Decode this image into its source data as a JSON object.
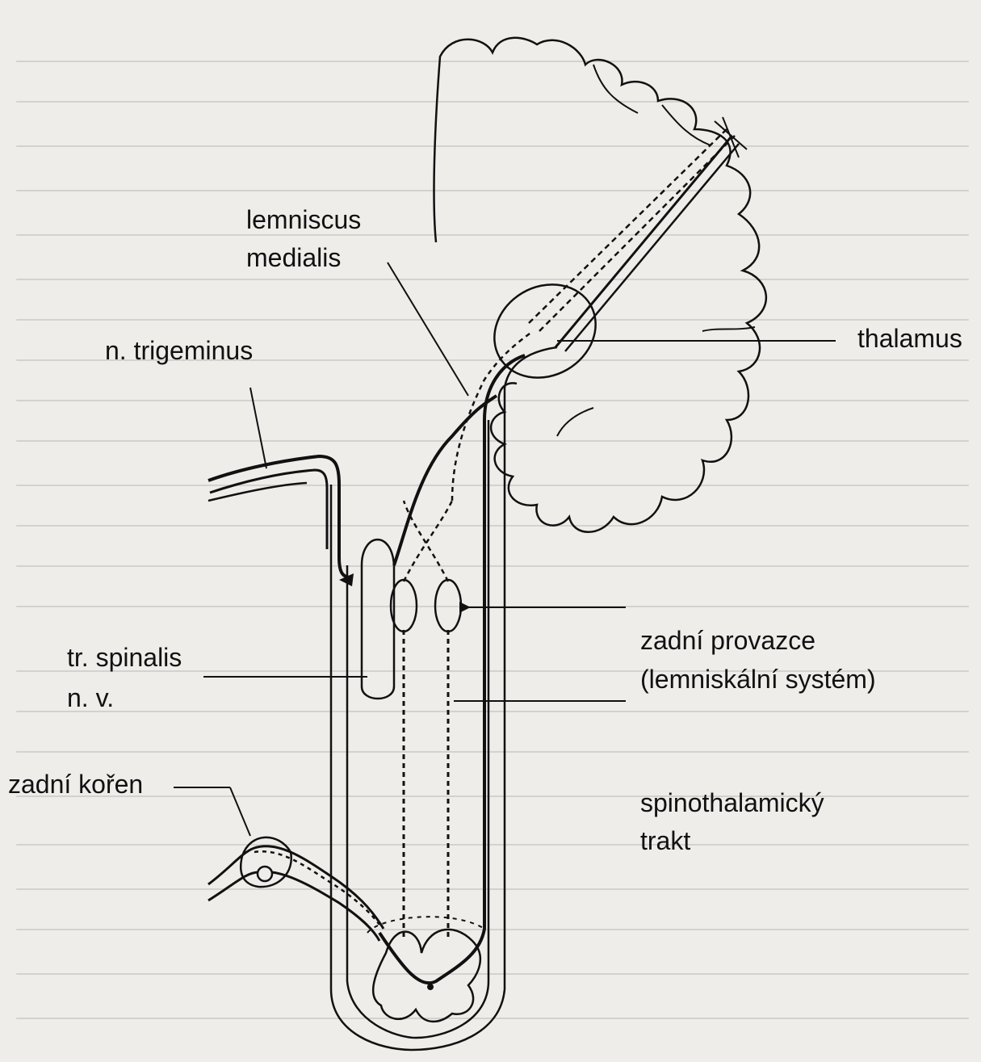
{
  "labels": {
    "lemniscus_medialis_line1": "lemniscus",
    "lemniscus_medialis_line2": "medialis",
    "n_trigeminus": "n. trigeminus",
    "thalamus": "thalamus",
    "zadni_provazce_line1": "zadní provazce",
    "zadni_provazce_line2": "(lemniskální systém)",
    "tr_spinalis_line1": "tr. spinalis",
    "tr_spinalis_line2": "n. v.",
    "zadni_koren": "zadní kořen",
    "spinothalamicky_line1": "spinothalamický",
    "spinothalamicky_line2": "trakt"
  },
  "colors": {
    "background": "#efedea",
    "ink": "#111111",
    "bleed_text": "#8a8a8a"
  }
}
